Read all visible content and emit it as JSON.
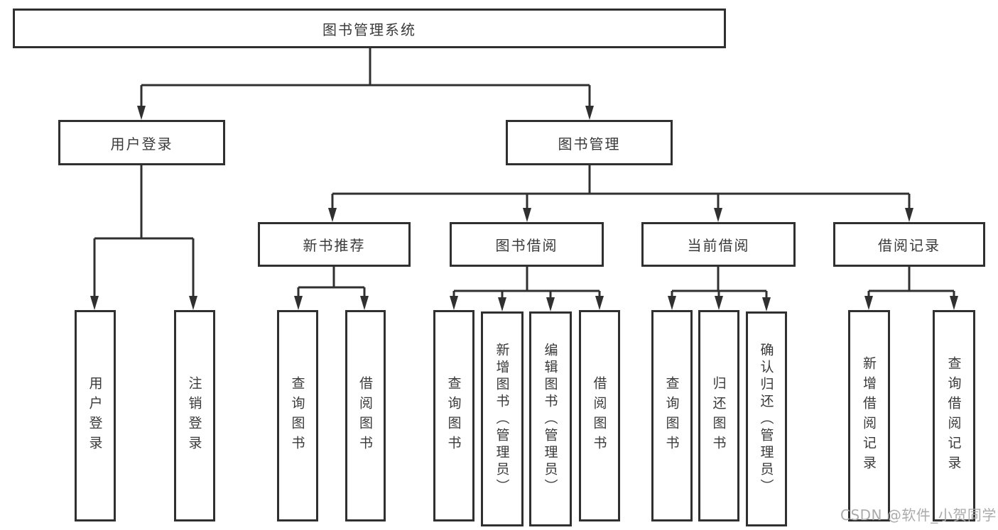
{
  "tree": {
    "label": "图书管理系统",
    "children": [
      {
        "label": "用户登录",
        "children": [
          {
            "label": "用户登录"
          },
          {
            "label": "注销登录"
          }
        ]
      },
      {
        "label": "图书管理",
        "children": [
          {
            "label": "新书推荐",
            "children": [
              {
                "label": "查询图书"
              },
              {
                "label": "借阅图书"
              }
            ]
          },
          {
            "label": "图书借阅",
            "children": [
              {
                "label": "查询图书"
              },
              {
                "label": "新增图书（管理员）"
              },
              {
                "label": "编辑图书（管理员）"
              },
              {
                "label": "借阅图书"
              }
            ]
          },
          {
            "label": "当前借阅",
            "children": [
              {
                "label": "查询图书"
              },
              {
                "label": "归还图书"
              },
              {
                "label": "确认归还（管理员）"
              }
            ]
          },
          {
            "label": "借阅记录",
            "children": [
              {
                "label": "新增借阅记录"
              },
              {
                "label": "查询借阅记录"
              }
            ]
          }
        ]
      }
    ]
  },
  "watermark": {
    "text": "CSDN @软件_小贺同学"
  },
  "colors": {
    "line": "#303030",
    "text": "#3a3a3a",
    "watermark": "#ababab",
    "background": "#ffffff"
  }
}
